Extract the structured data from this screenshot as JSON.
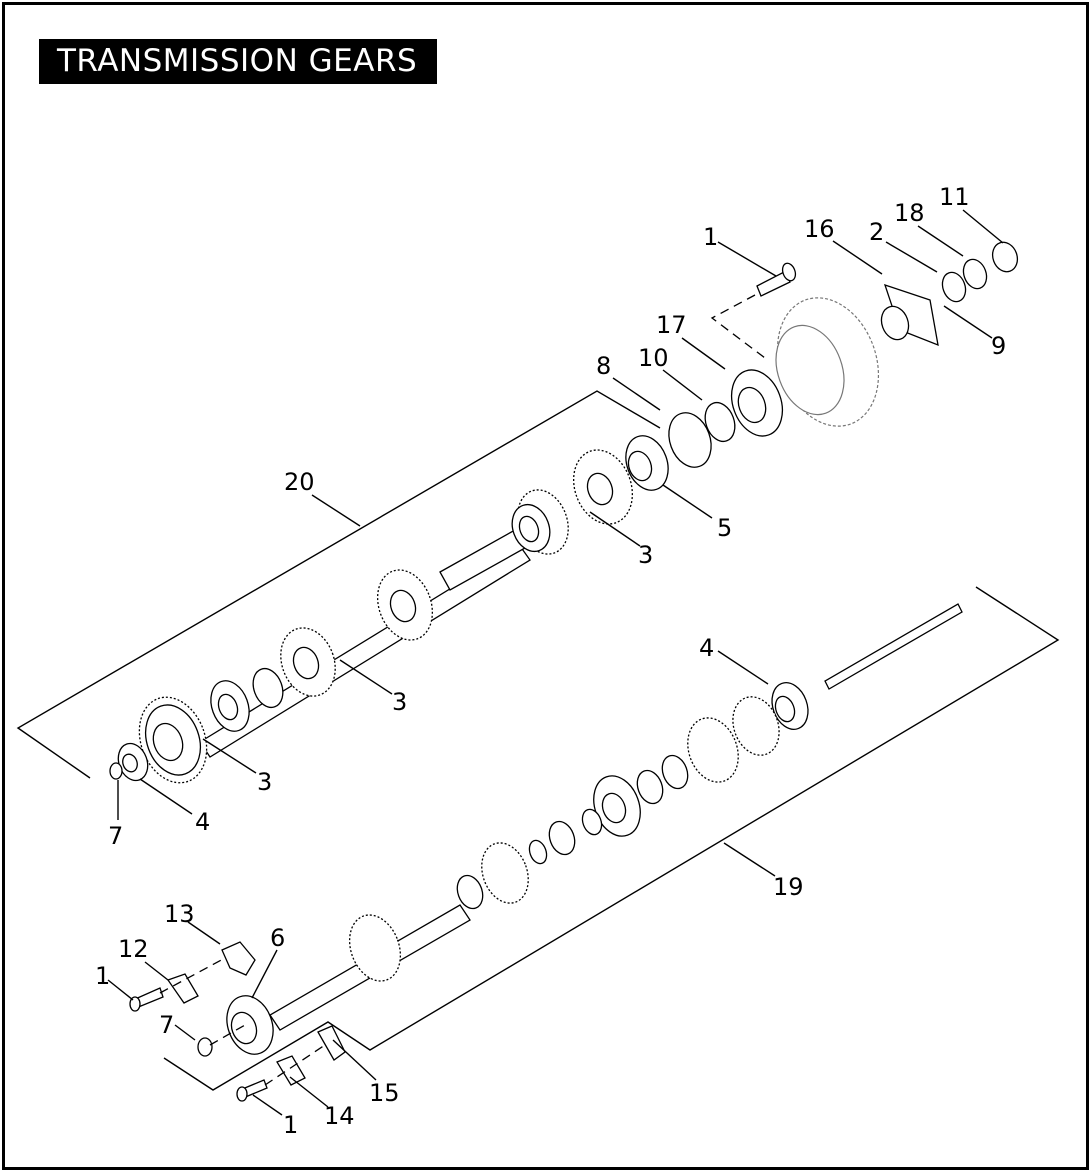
{
  "title": "TRANSMISSION GEARS",
  "callouts": {
    "c1a": "1",
    "c16": "16",
    "c2": "2",
    "c18": "18",
    "c11": "11",
    "c9": "9",
    "c17": "17",
    "c10": "10",
    "c8": "8",
    "c20": "20",
    "c5": "5",
    "c3a": "3",
    "c3b": "3",
    "c3c": "3",
    "c4a": "4",
    "c7a": "7",
    "c4b": "4",
    "c19": "19",
    "c13": "13",
    "c12": "12",
    "c6": "6",
    "c1b": "1",
    "c7b": "7",
    "c15": "15",
    "c14": "14",
    "c1c": "1"
  }
}
